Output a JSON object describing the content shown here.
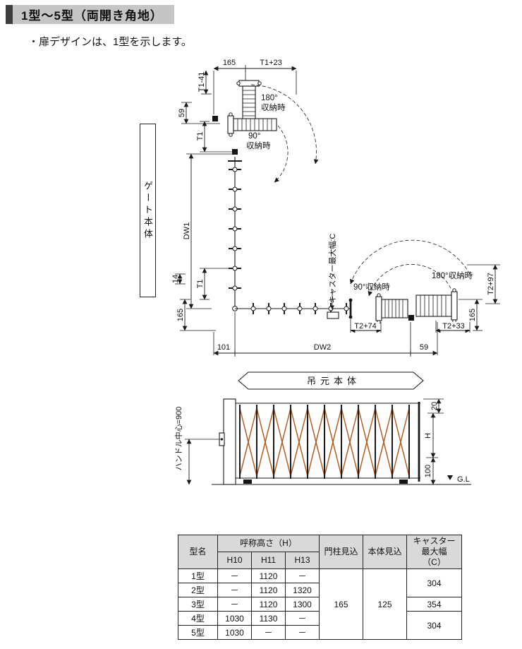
{
  "title": "1型～5型（両開き角地）",
  "note": "・扉デザインは、1型を示します。",
  "colors": {
    "accent_bar": "#3d3d3d",
    "title_bg": "#c5c5c5",
    "table_header_bg": "#d9d9d9",
    "lattice_orange": "#b35c1e",
    "line": "#1a1a1a"
  },
  "diagram": {
    "labels": {
      "dim_165_top": "165",
      "dim_t1p23": "T1+23",
      "dim_t1m41": "T1-41",
      "dim_59_top": "59",
      "dim_t1_top": "T1",
      "store180_top": [
        "180°",
        "収納時"
      ],
      "store90_top": [
        "90°",
        "収納時"
      ],
      "gate_body": "ゲート本体",
      "dw1": "DW1",
      "caster_label": "キャスター最大幅:C",
      "dim_14": "14",
      "dim_t1_bottom": "T1",
      "dim_165_bottom_left": "165",
      "store90_right": "90°収納時",
      "store180_right": "180°収納時",
      "dim_t2p97": "T2+97",
      "dim_t2p74": "T2+74",
      "dim_t2p33": "T2+33",
      "dim_165_bottom_right": "165",
      "dim_101": "101",
      "dw2": "DW2",
      "dim_59_bottom": "59",
      "hanging_body": "吊元本体",
      "handle_center": "ハンドル中心=900",
      "dim_20": "20",
      "dim_h": "H",
      "dim_100": "100",
      "gl": "G.L"
    }
  },
  "table": {
    "headers": {
      "model": "型名",
      "height": "呼称高さ（H）",
      "h10": "H10",
      "h11": "H11",
      "h13": "H13",
      "pillar": "門柱見込",
      "body": "本体見込",
      "caster": "キャスター\n最大幅\n（C）"
    },
    "rows": [
      {
        "model": "1型",
        "h10": "－",
        "h11": "1120",
        "h13": "－"
      },
      {
        "model": "2型",
        "h10": "－",
        "h11": "1120",
        "h13": "1320"
      },
      {
        "model": "3型",
        "h10": "－",
        "h11": "1120",
        "h13": "1300"
      },
      {
        "model": "4型",
        "h10": "1030",
        "h11": "1130",
        "h13": "－"
      },
      {
        "model": "5型",
        "h10": "1030",
        "h11": "－",
        "h13": "－"
      }
    ],
    "pillar_value": "165",
    "body_value": "125",
    "caster_values": [
      "304",
      "354",
      "304"
    ]
  }
}
